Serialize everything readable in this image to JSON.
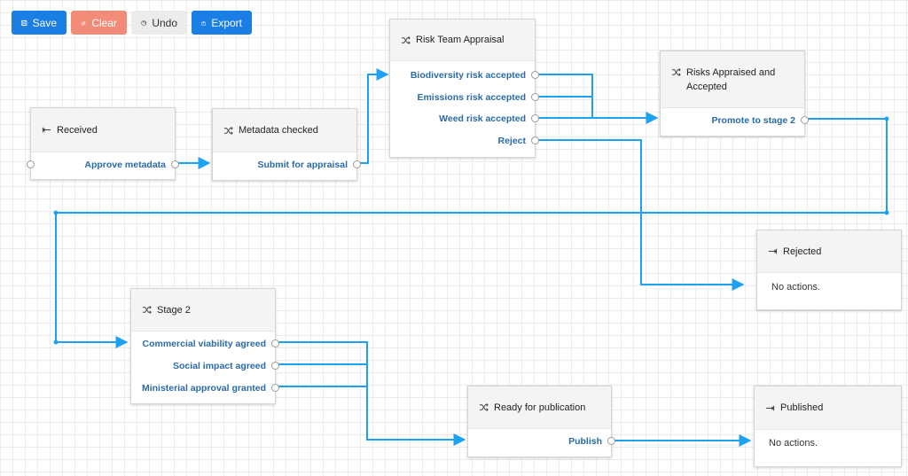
{
  "toolbar": {
    "save_label": "Save",
    "clear_label": "Clear",
    "undo_label": "Undo",
    "export_label": "Export"
  },
  "colors": {
    "wire": "#1da1f2",
    "primary_button": "#1a7ee4",
    "clear_button": "#f28b78",
    "action_text": "#2a6aa6"
  },
  "nodes": {
    "received": {
      "title": "Received",
      "icon": "arrow-left-icon",
      "actions": [
        "Approve metadata"
      ]
    },
    "metadata_checked": {
      "title": "Metadata checked",
      "icon": "shuffle-icon",
      "actions": [
        "Submit for appraisal"
      ]
    },
    "risk_team": {
      "title": "Risk Team Appraisal",
      "icon": "shuffle-icon",
      "actions": [
        "Biodiversity risk accepted",
        "Emissions risk accepted",
        "Weed risk accepted",
        "Reject"
      ]
    },
    "risks_appraised": {
      "title": "Risks Appraised and Accepted",
      "icon": "shuffle-icon",
      "actions": [
        "Promote to stage 2"
      ]
    },
    "rejected": {
      "title": "Rejected",
      "icon": "arrow-right-end-icon",
      "empty_text": "No actions."
    },
    "stage2": {
      "title": "Stage 2",
      "icon": "shuffle-icon",
      "actions": [
        "Commercial viability agreed",
        "Social impact agreed",
        "Ministerial approval granted"
      ]
    },
    "ready": {
      "title": "Ready for publication",
      "icon": "shuffle-icon",
      "actions": [
        "Publish"
      ]
    },
    "published": {
      "title": "Published",
      "icon": "arrow-right-end-icon",
      "empty_text": "No actions."
    }
  }
}
